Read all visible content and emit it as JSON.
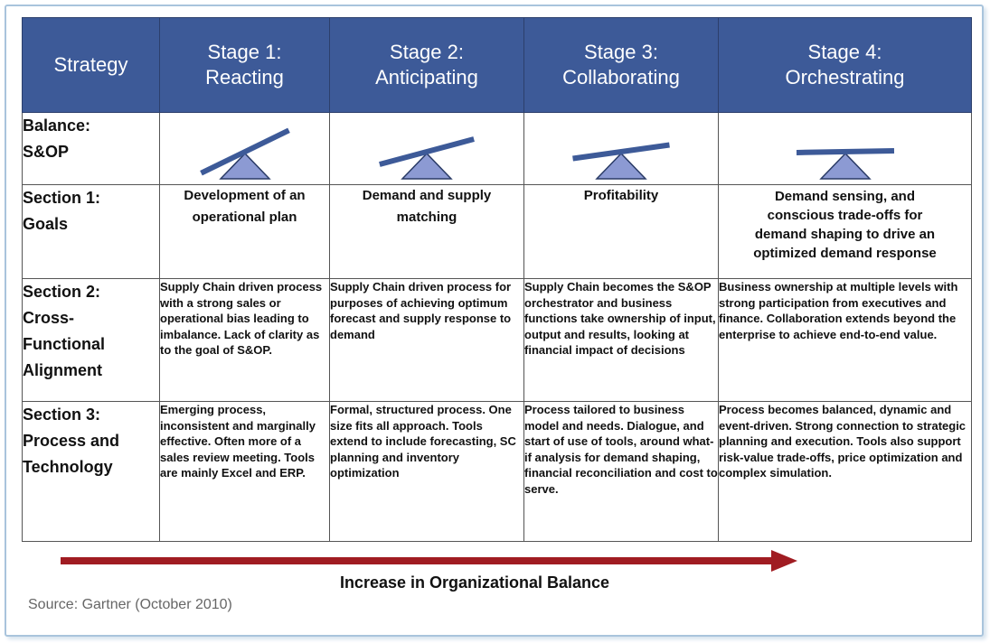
{
  "header": {
    "strategy": "Strategy",
    "stages": [
      {
        "line1": "Stage 1:",
        "line2": "Reacting"
      },
      {
        "line1": "Stage 2:",
        "line2": "Anticipating"
      },
      {
        "line1": "Stage 3:",
        "line2": "Collaborating"
      },
      {
        "line1": "Stage 4:",
        "line2": "Orchestrating"
      }
    ]
  },
  "rows": {
    "balance": {
      "label": [
        "Balance:",
        "S&OP"
      ],
      "tilt_deg": [
        -26,
        -15,
        -8,
        -1
      ]
    },
    "goals": {
      "label": [
        "Section 1:",
        "Goals"
      ],
      "cells": [
        [
          "Development of an",
          "operational plan"
        ],
        [
          "Demand and supply",
          "matching"
        ],
        [
          "Profitability"
        ],
        [
          "Demand sensing, and",
          "conscious trade-offs for",
          "demand shaping to drive an",
          "optimized demand response"
        ]
      ]
    },
    "alignment": {
      "label": [
        "Section 2:",
        "Cross-",
        "Functional",
        "Alignment"
      ],
      "cells": [
        "Supply Chain driven process with a strong sales or operational bias leading to imbalance. Lack of clarity as to the goal of S&OP.",
        "Supply Chain driven process for purposes of achieving optimum forecast and supply response to demand",
        "Supply Chain becomes the S&OP orchestrator and business functions take ownership of input, output and results, looking at financial impact of decisions",
        "Business ownership at multiple levels with strong participation from executives and finance. Collaboration extends beyond the enterprise to achieve end-to-end value."
      ]
    },
    "process": {
      "label": [
        "Section 3:",
        "Process and",
        "Technology"
      ],
      "cells": [
        "Emerging process, inconsistent and marginally effective. Often more of a sales review meeting. Tools are mainly Excel and ERP.",
        "Formal, structured process. One size fits all approach. Tools extend to include forecasting, SC planning and inventory optimization",
        "Process tailored to business model and needs. Dialogue, and start of use of tools, around what-if analysis for demand shaping, financial reconciliation and cost to serve.",
        "Process becomes balanced, dynamic and event-driven. Strong connection to strategic planning and execution. Tools also support risk-value trade-offs, price optimization and complex simulation."
      ]
    }
  },
  "arrow": {
    "label": "Increase in Organizational Balance"
  },
  "source": "Source: Gartner (October 2010)",
  "colors": {
    "header_bg": "#3d5a98",
    "seesaw": "#3d5a98",
    "fulcrum": "#8c9ad3",
    "arrow": "#a01c22"
  },
  "icons": {
    "balance": "seesaw-icon",
    "arrow": "arrow-right-icon"
  }
}
